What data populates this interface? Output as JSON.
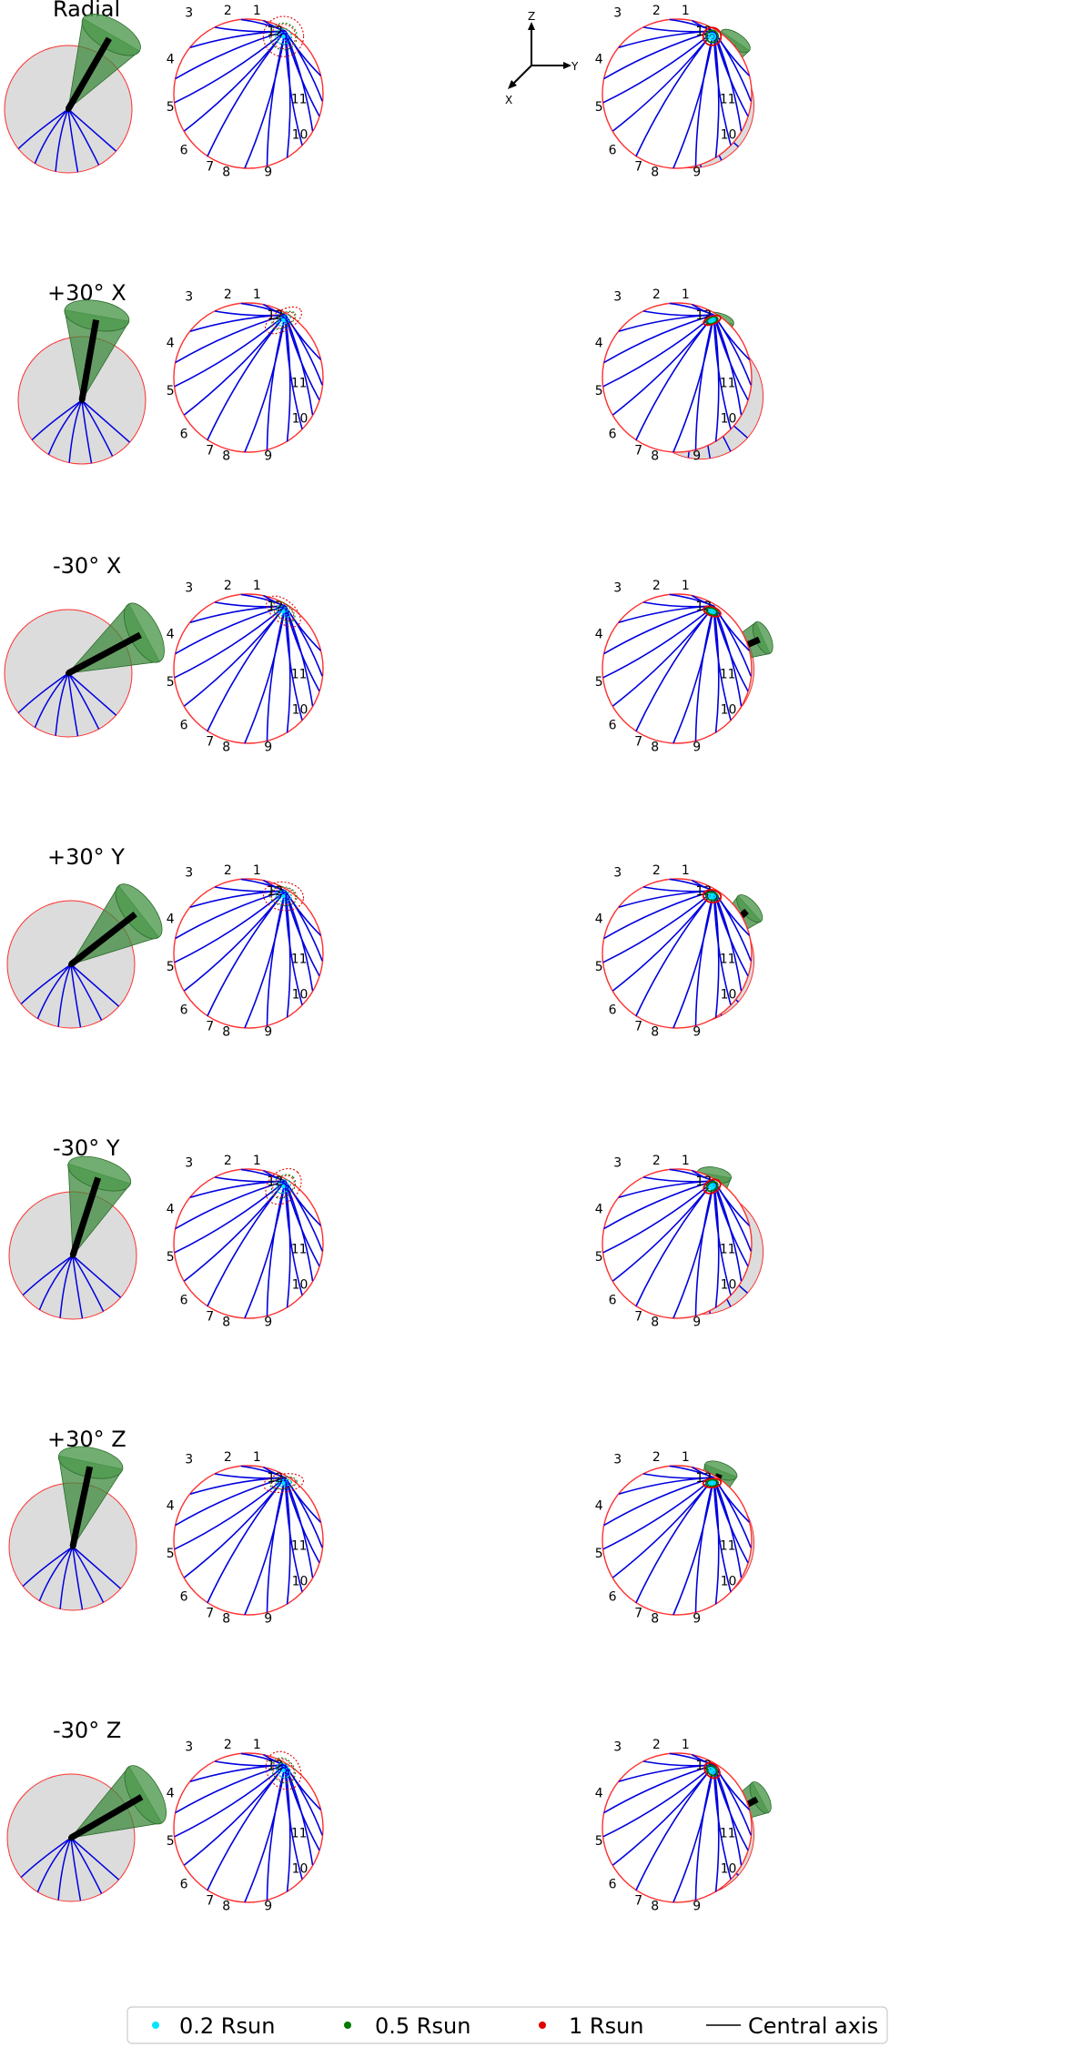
{
  "rows": [
    {
      "label": "Radial",
      "wide_proj": {
        "theta": 0,
        "squash": 1.0
      },
      "narrow_proj": {
        "theta": 0,
        "squash": 1.0
      }
    },
    {
      "label": "+30° X",
      "wide_proj": {
        "theta": -30,
        "squash": 0.5
      },
      "narrow_proj": {
        "theta": -20,
        "squash": 0.45
      }
    },
    {
      "label": "-30° X",
      "wide_proj": {
        "theta": 40,
        "squash": 0.55
      },
      "narrow_proj": {
        "theta": 20,
        "squash": 0.5
      }
    },
    {
      "label": "+30° Y",
      "wide_proj": {
        "theta": 8,
        "squash": 0.7
      },
      "narrow_proj": {
        "theta": 10,
        "squash": 0.7
      }
    },
    {
      "label": "-30° Y",
      "wide_proj": {
        "theta": -45,
        "squash": 0.75
      },
      "narrow_proj": {
        "theta": -30,
        "squash": 0.7
      }
    },
    {
      "label": "+30° Z",
      "wide_proj": {
        "theta": -8,
        "squash": 0.45
      },
      "narrow_proj": {
        "theta": -5,
        "squash": 0.5
      }
    },
    {
      "label": "-30° Z",
      "wide_proj": {
        "theta": 55,
        "squash": 0.8
      },
      "narrow_proj": {
        "theta": 45,
        "squash": 0.7
      }
    }
  ],
  "sector_labels": [
    "1",
    "2",
    "3",
    "4",
    "5",
    "6",
    "7",
    "8",
    "9",
    "10",
    "11",
    "12"
  ],
  "axes_triad": {
    "z": "Z",
    "y": "Y",
    "x": "X"
  },
  "legend": [
    {
      "label": "0.2 Rsun",
      "marker": "dot",
      "color": "#00e5ff"
    },
    {
      "label": "0.5 Rsun",
      "marker": "dot",
      "color": "#007a00"
    },
    {
      "label": "1 Rsun",
      "marker": "dot",
      "color": "#e00000"
    },
    {
      "label": "Central axis",
      "marker": "line",
      "color": "#000000"
    }
  ],
  "colors": {
    "sphere_fill": "#dcdcdc",
    "meridian": "#0000e0",
    "rim": "#ff3030",
    "cone": "#3d8a3d",
    "axis": "#000000"
  }
}
